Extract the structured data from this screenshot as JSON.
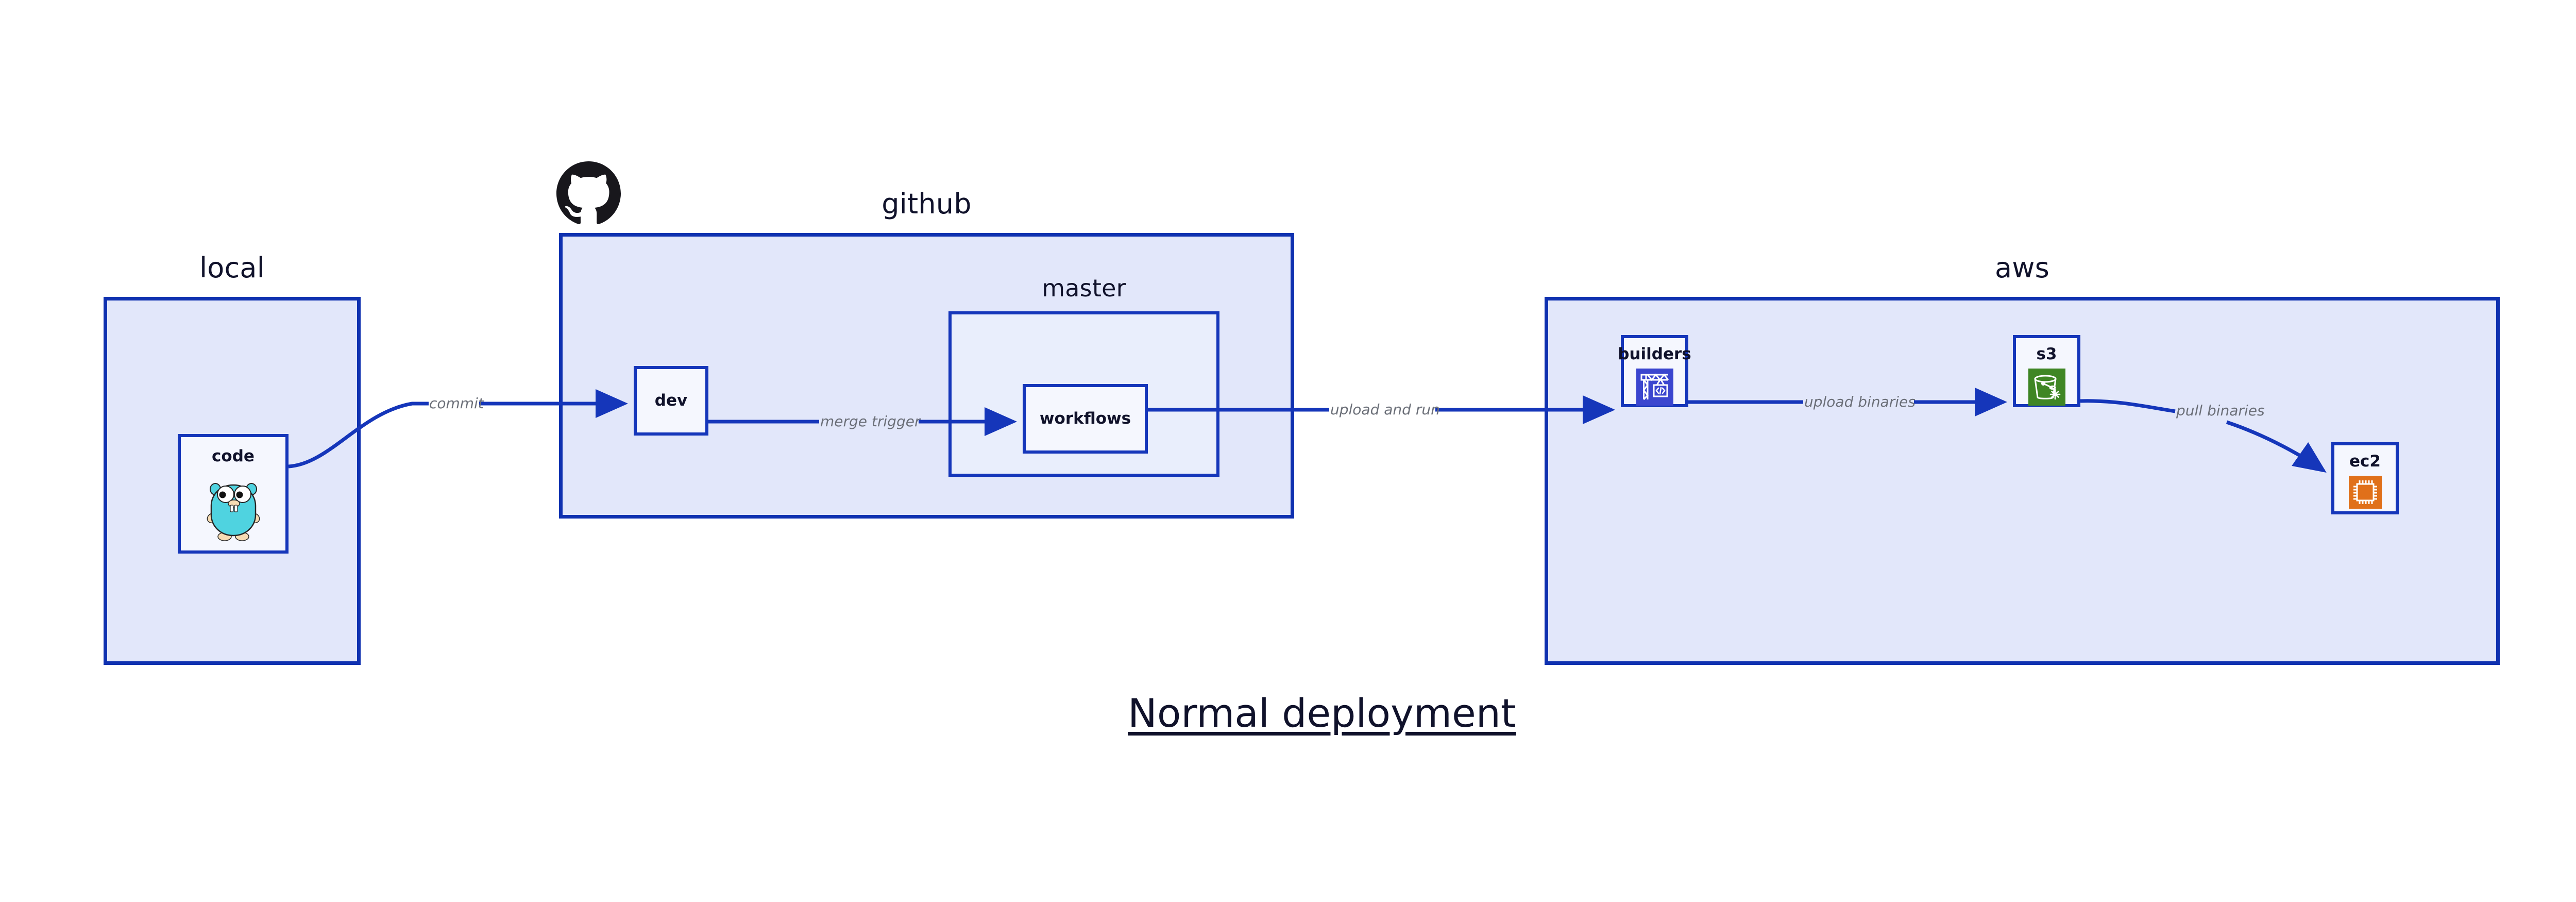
{
  "diagram": {
    "title": "Normal deployment",
    "background_color": "#ffffff",
    "accent_color": "#1536ba",
    "group_fill": "#e2e7fa",
    "node_fill": "#eaeffc",
    "edge_label_color": "#6b6f78"
  },
  "groups": [
    {
      "id": "local",
      "label": "local"
    },
    {
      "id": "github",
      "label": "github"
    },
    {
      "id": "master",
      "label": "master"
    },
    {
      "id": "aws",
      "label": "aws"
    }
  ],
  "nodes": [
    {
      "id": "code",
      "label": "code",
      "icon": "go-gopher-icon",
      "group": "local"
    },
    {
      "id": "dev",
      "label": "dev",
      "icon": null,
      "group": "github"
    },
    {
      "id": "workflows",
      "label": "workflows",
      "icon": null,
      "group": "master"
    },
    {
      "id": "builders",
      "label": "builders",
      "icon": "aws-builders-crane-icon",
      "group": "aws",
      "icon_color": "#3b46cf"
    },
    {
      "id": "s3",
      "label": "s3",
      "icon": "aws-s3-bucket-icon",
      "group": "aws",
      "icon_color": "#3f8624"
    },
    {
      "id": "ec2",
      "label": "ec2",
      "icon": "aws-ec2-chip-icon",
      "group": "aws",
      "icon_color": "#e0701a"
    }
  ],
  "edges": [
    {
      "id": "commit",
      "from": "code",
      "to": "dev",
      "label": "commit"
    },
    {
      "id": "merge-trigger",
      "from": "dev",
      "to": "workflows",
      "label": "merge trigger"
    },
    {
      "id": "upload-and-run",
      "from": "workflows",
      "to": "builders",
      "label": "upload and run"
    },
    {
      "id": "upload-binaries",
      "from": "builders",
      "to": "s3",
      "label": "upload binaries"
    },
    {
      "id": "pull-binaries",
      "from": "s3",
      "to": "ec2",
      "label": "pull binaries"
    }
  ],
  "logos": [
    {
      "id": "github-logo",
      "icon": "github-mark-icon",
      "color": "#18171c"
    }
  ]
}
